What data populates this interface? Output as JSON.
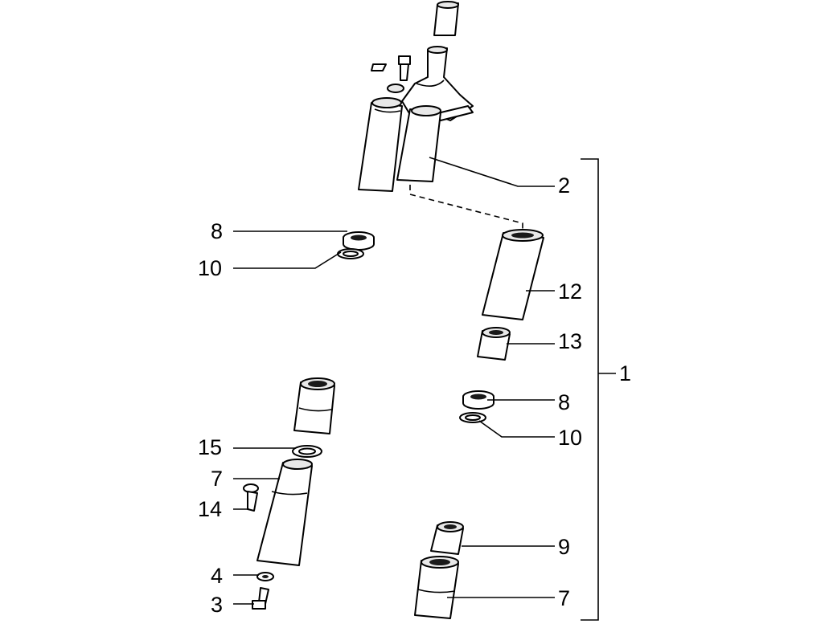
{
  "callouts": [
    {
      "id": "c2",
      "label": "2"
    },
    {
      "id": "c12",
      "label": "12"
    },
    {
      "id": "c13",
      "label": "13"
    },
    {
      "id": "c8-left",
      "label": "8"
    },
    {
      "id": "c10-left",
      "label": "10"
    },
    {
      "id": "c8-right",
      "label": "8"
    },
    {
      "id": "c10-right",
      "label": "10"
    },
    {
      "id": "c1",
      "label": "1"
    },
    {
      "id": "c15",
      "label": "15"
    },
    {
      "id": "c7-left",
      "label": "7"
    },
    {
      "id": "c14",
      "label": "14"
    },
    {
      "id": "c4",
      "label": "4"
    },
    {
      "id": "c3",
      "label": "3"
    },
    {
      "id": "c9",
      "label": "9"
    },
    {
      "id": "c7-right",
      "label": "7"
    }
  ]
}
